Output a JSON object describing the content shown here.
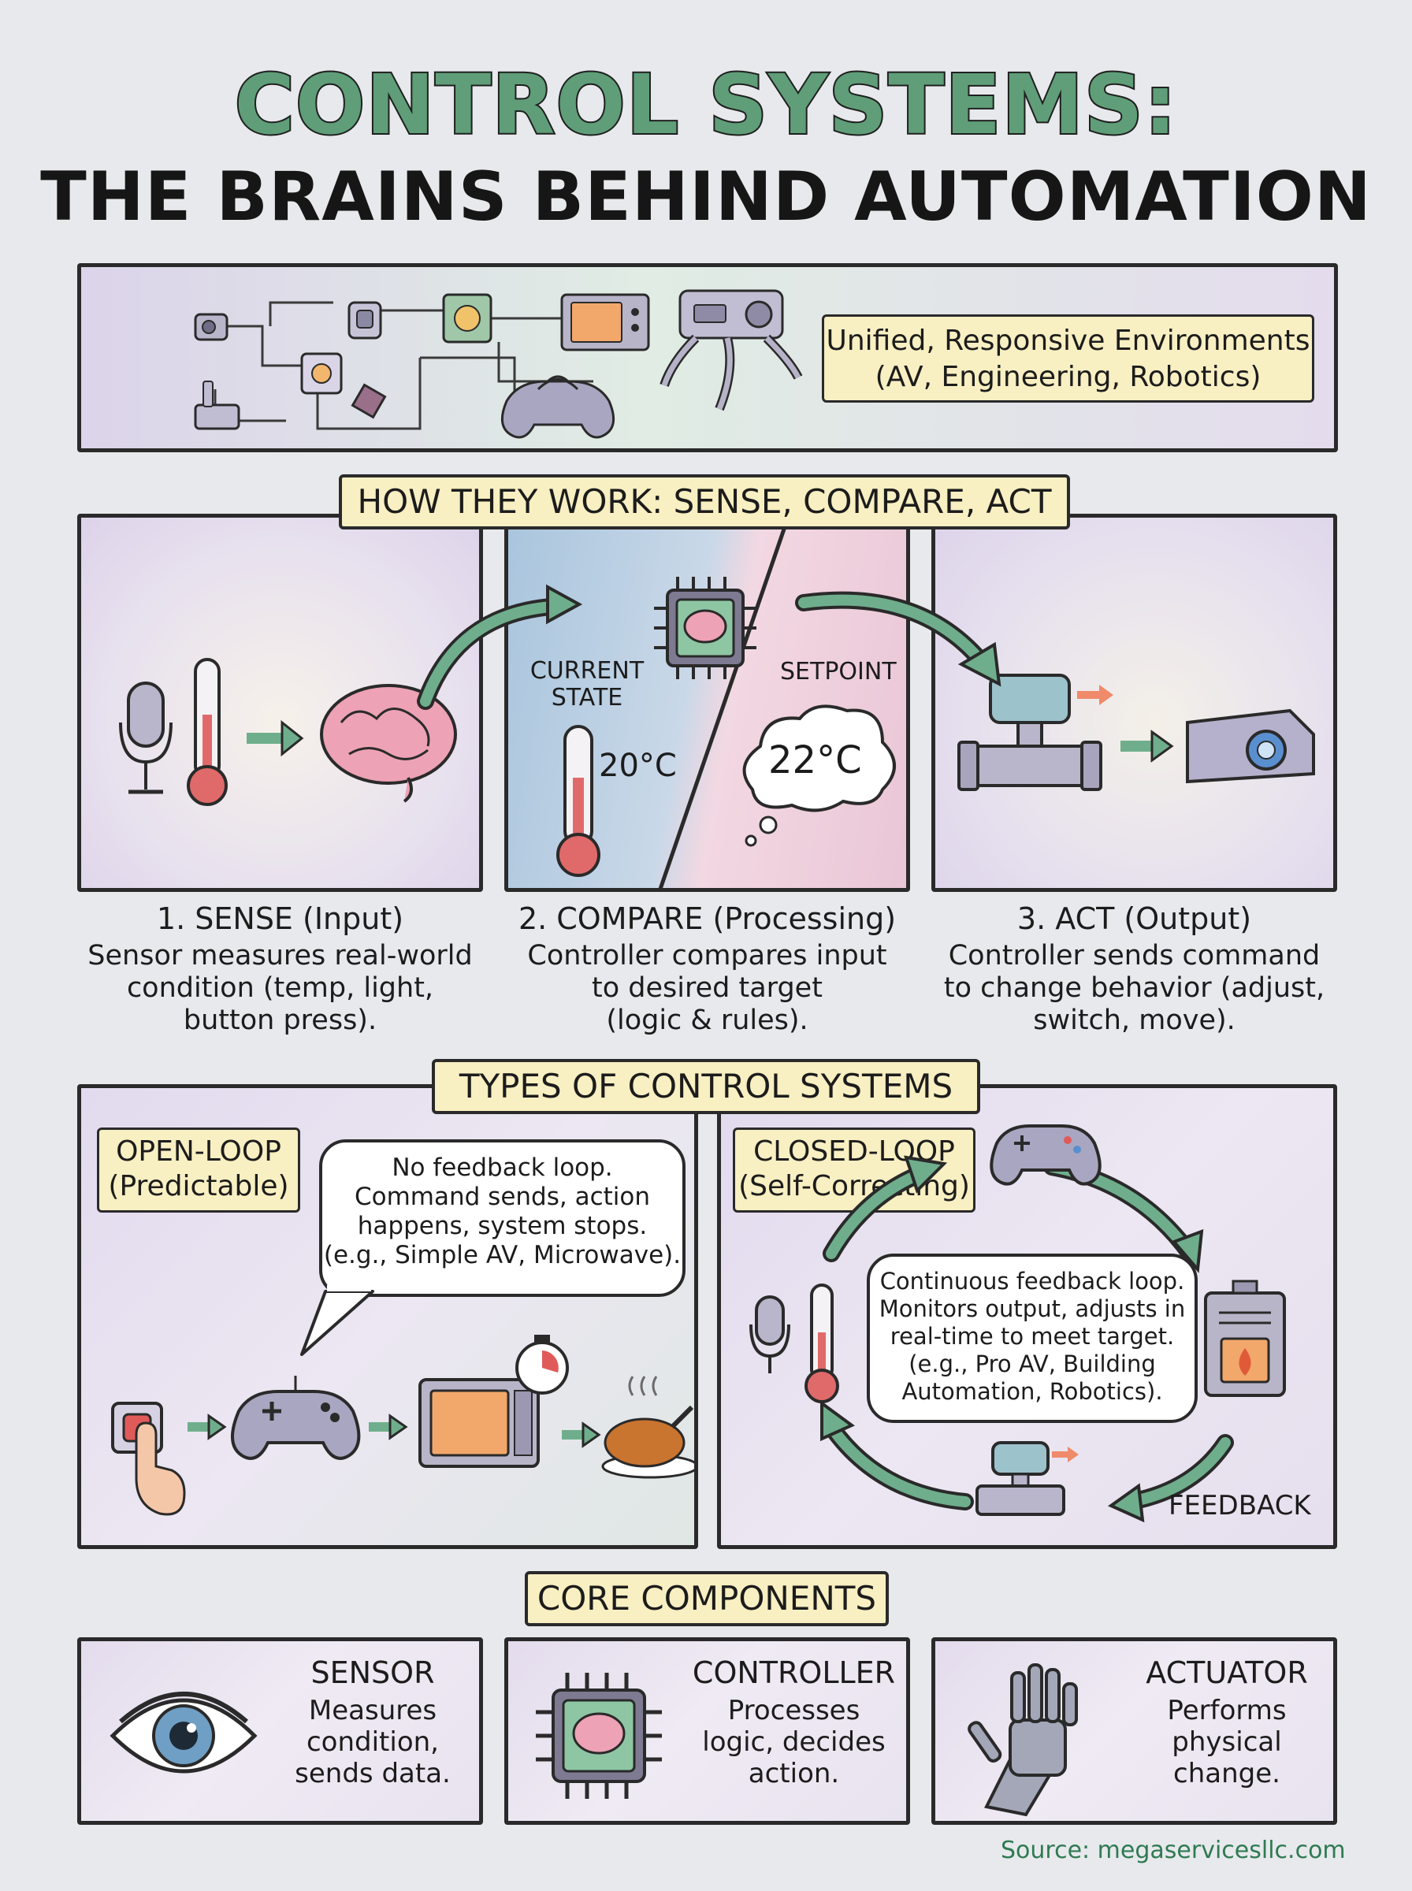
{
  "title": {
    "line1": "CONTROL SYSTEMS:",
    "line2": "THE BRAINS BEHIND AUTOMATION"
  },
  "intro": {
    "tag_line1": "Unified, Responsive Environments",
    "tag_line2": "(AV, Engineering, Robotics)"
  },
  "how": {
    "heading": "HOW THEY WORK: SENSE, COMPARE, ACT",
    "current_state_label_1": "CURRENT",
    "current_state_label_2": "STATE",
    "current_temp": "20°C",
    "setpoint_label": "SETPOINT",
    "setpoint_temp": "22°C",
    "steps": [
      {
        "title": "1. SENSE (Input)",
        "line1": "Sensor measures real-world",
        "line2": "condition (temp, light,",
        "line3": "button press)."
      },
      {
        "title": "2. COMPARE (Processing)",
        "line1": "Controller compares input",
        "line2": "to desired target",
        "line3": "(logic & rules)."
      },
      {
        "title": "3. ACT (Output)",
        "line1": "Controller sends command",
        "line2": "to change behavior (adjust,",
        "line3": "switch, move)."
      }
    ]
  },
  "types": {
    "heading": "TYPES OF CONTROL SYSTEMS",
    "open": {
      "label1": "OPEN-LOOP",
      "label2": "(Predictable)",
      "b1": "No feedback loop.",
      "b2": "Command sends, action",
      "b3": "happens, system stops.",
      "b4": "(e.g., Simple AV, Microwave)."
    },
    "closed": {
      "label1": "CLOSED-LOOP",
      "label2": "(Self-Correcting)",
      "b1": "Continuous feedback loop.",
      "b2": "Monitors output, adjusts in",
      "b3": "real-time to meet target.",
      "b4": "(e.g., Pro AV, Building",
      "b5": "Automation, Robotics).",
      "feedback": "FEEDBACK"
    }
  },
  "core": {
    "heading": "CORE COMPONENTS",
    "items": [
      {
        "title": "SENSOR",
        "l1": "Measures",
        "l2": "condition,",
        "l3": "sends data."
      },
      {
        "title": "CONTROLLER",
        "l1": "Processes",
        "l2": "logic, decides",
        "l3": "action."
      },
      {
        "title": "ACTUATOR",
        "l1": "Performs",
        "l2": "physical",
        "l3": "change."
      }
    ]
  },
  "source": "Source: megaservicesllc.com",
  "colors": {
    "accent_green": "#5f9e78",
    "tag_fill": "#f8efc2",
    "panel_purple": "#e4dced",
    "arrow_green": "#6fae8c"
  }
}
